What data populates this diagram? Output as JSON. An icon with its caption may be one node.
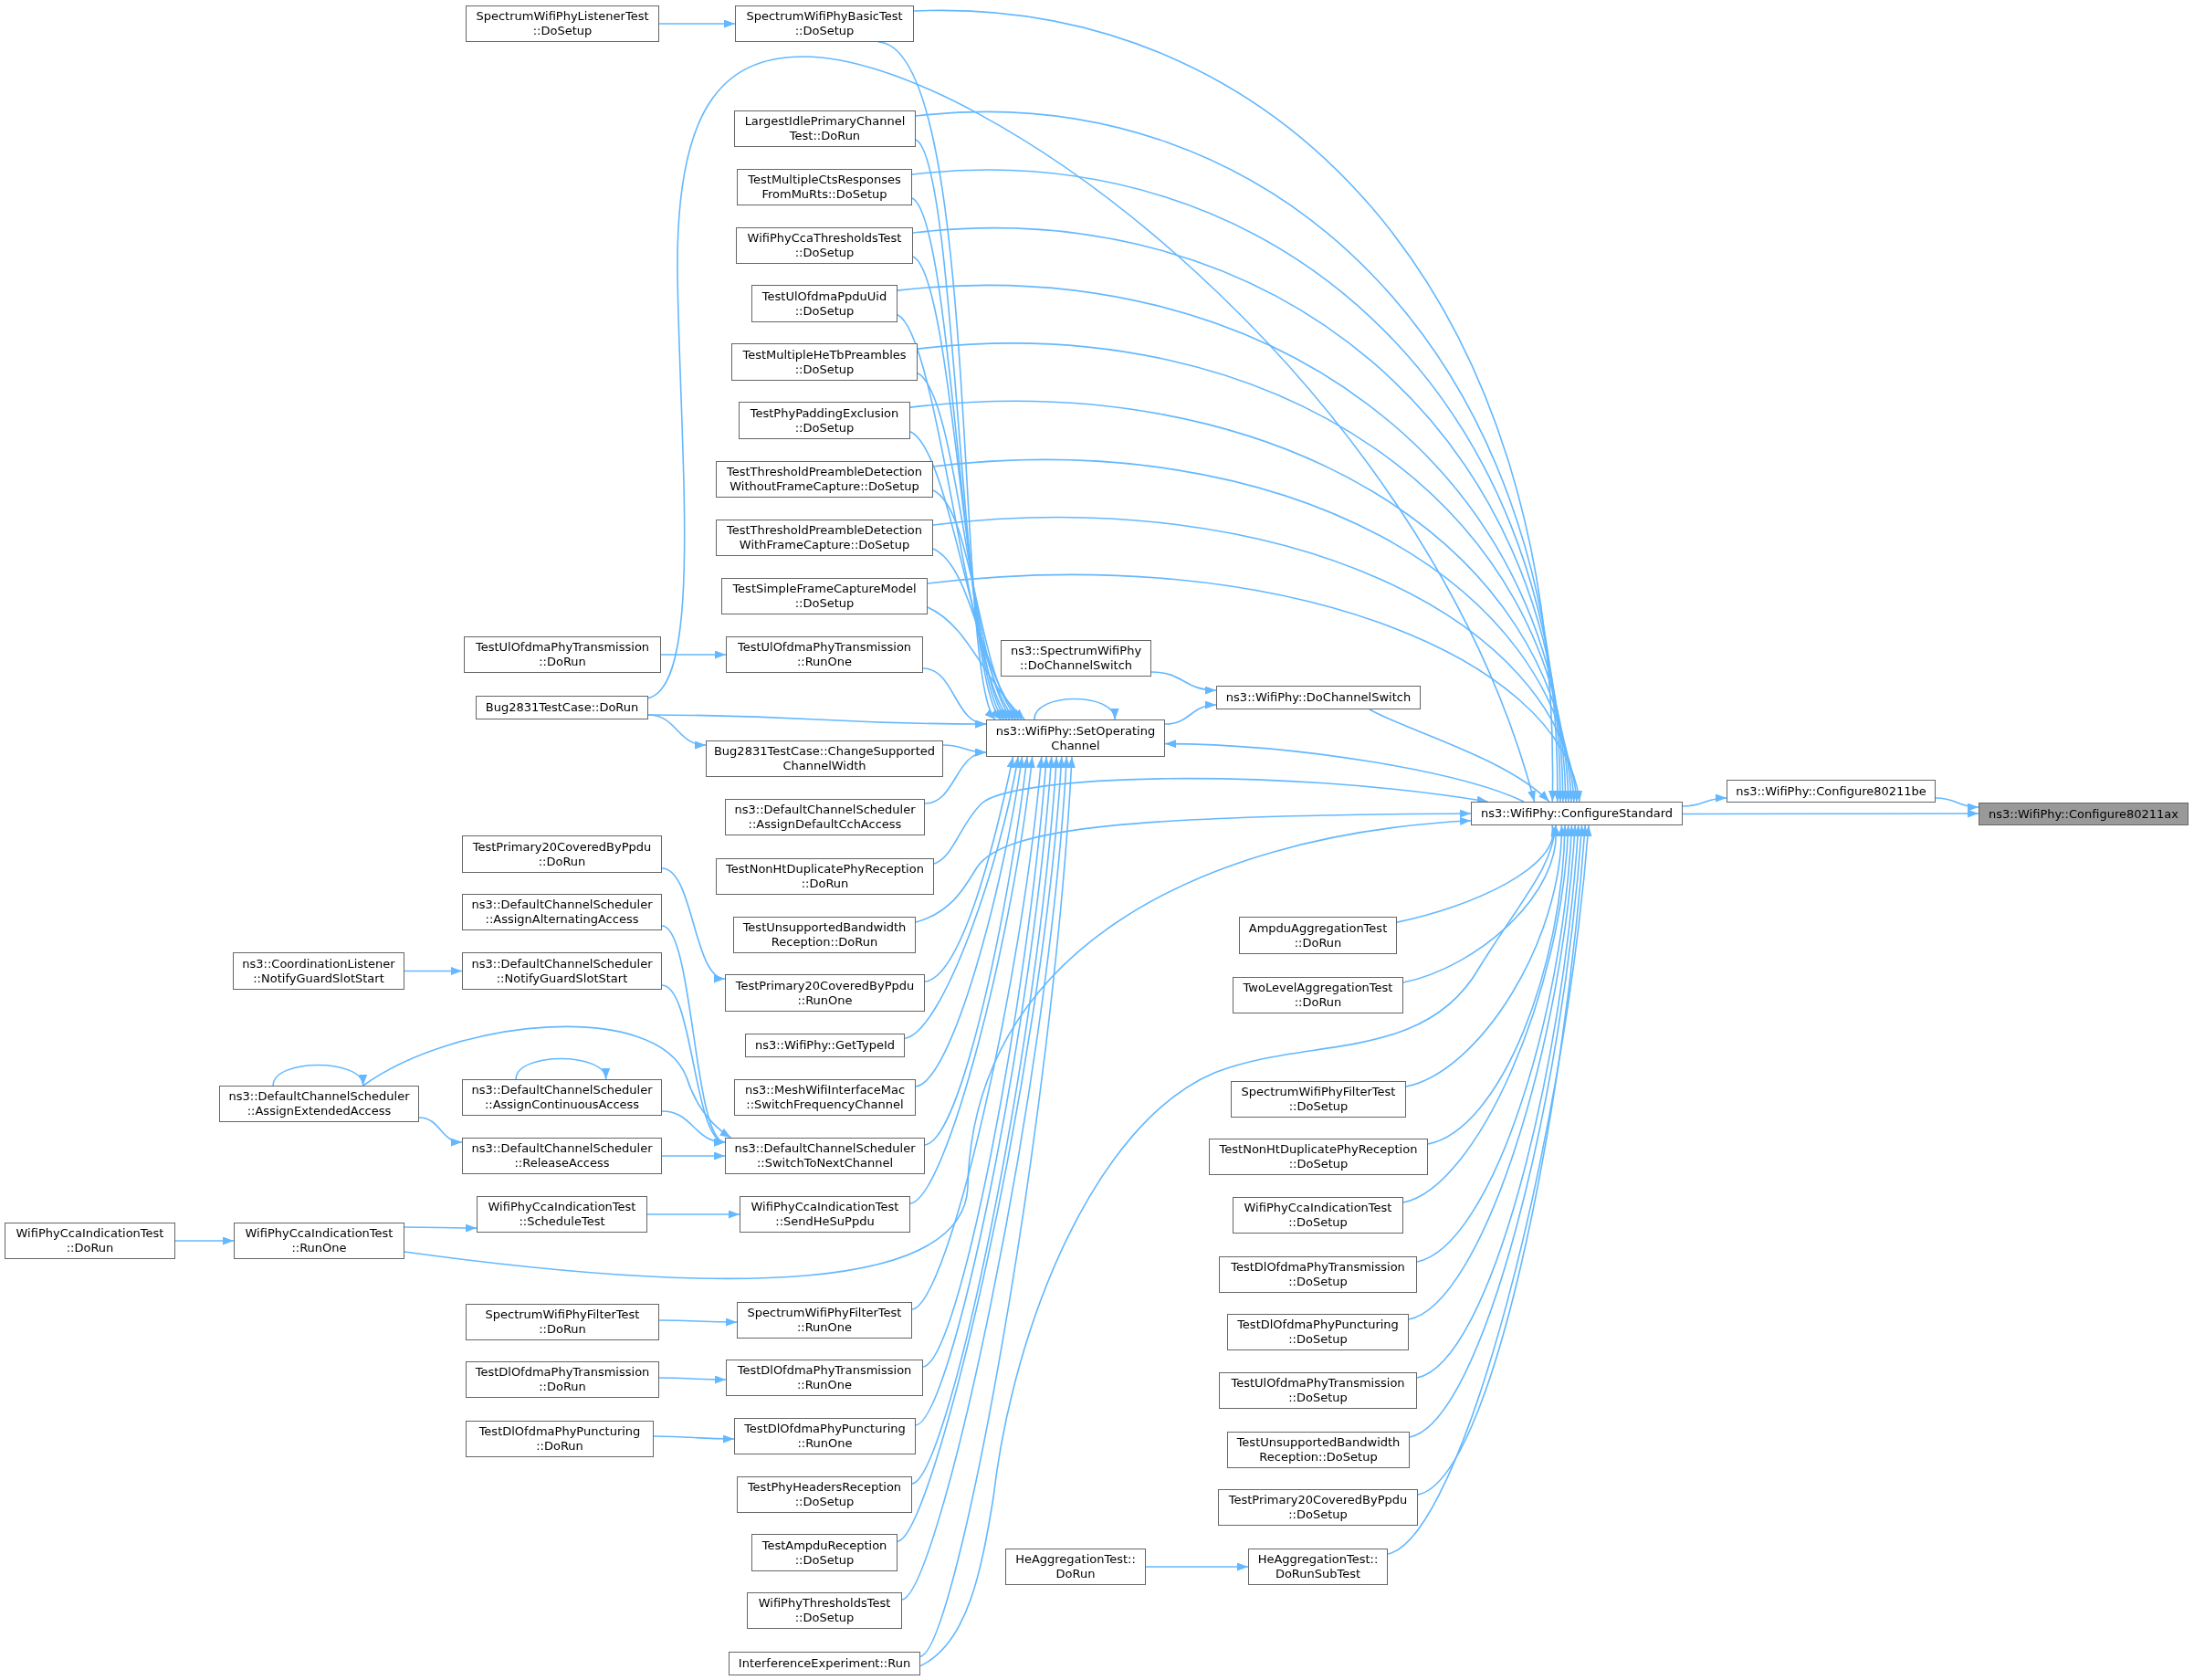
{
  "diagram": {
    "nodes": [
      {
        "text": [
          "WifiPhyCcaIndicationTest ::DoRun"
        ]
      },
      {
        "text": [
          "ns3::CoordinationListener ::NotifyGuardSlotStart"
        ]
      },
      {
        "text": [
          "ns3::DefaultChannelScheduler ::AssignExtendedAccess"
        ]
      },
      {
        "text": [
          "WifiPhyCcaIndicationTest ::RunOne"
        ]
      },
      {
        "text": [
          "SpectrumWifiPhyListenerTest ::DoSetup"
        ]
      },
      {
        "text": [
          "TestUlOfdmaPhyTransmission ::DoRun"
        ]
      },
      {
        "text": [
          "Bug2831TestCase::DoRun"
        ]
      },
      {
        "text": [
          "TestPrimary20CoveredByPpdu ::DoRun"
        ]
      },
      {
        "text": [
          "ns3::DefaultChannelScheduler ::AssignAlternatingAccess"
        ]
      },
      {
        "text": [
          "ns3::DefaultChannelScheduler ::NotifyGuardSlotStart"
        ]
      },
      {
        "text": [
          "ns3::DefaultChannelScheduler ::AssignContinuousAccess"
        ]
      },
      {
        "text": [
          "ns3::DefaultChannelScheduler ::ReleaseAccess"
        ]
      },
      {
        "text": [
          "WifiPhyCcaIndicationTest ::ScheduleTest"
        ]
      },
      {
        "text": [
          "SpectrumWifiPhyFilterTest ::DoRun"
        ]
      },
      {
        "text": [
          "TestDlOfdmaPhyTransmission ::DoRun"
        ]
      },
      {
        "text": [
          "TestDlOfdmaPhyPuncturing ::DoRun"
        ]
      },
      {
        "text": [
          "SpectrumWifiPhyBasicTest ::DoSetup"
        ]
      },
      {
        "text": [
          "LargestIdlePrimaryChannel Test::DoRun"
        ]
      },
      {
        "text": [
          "TestMultipleCtsResponses FromMuRts::DoSetup"
        ]
      },
      {
        "text": [
          "WifiPhyCcaThresholdsTest ::DoSetup"
        ]
      },
      {
        "text": [
          "TestUlOfdmaPpduUid ::DoSetup"
        ]
      },
      {
        "text": [
          "TestMultipleHeTbPreambles ::DoSetup"
        ]
      },
      {
        "text": [
          "TestPhyPaddingExclusion ::DoSetup"
        ]
      },
      {
        "text": [
          "TestThresholdPreambleDetection WithoutFrameCapture::DoSetup"
        ]
      },
      {
        "text": [
          "TestThresholdPreambleDetection WithFrameCapture::DoSetup"
        ]
      },
      {
        "text": [
          "TestSimpleFrameCaptureModel ::DoSetup"
        ]
      },
      {
        "text": [
          "TestUlOfdmaPhyTransmission ::RunOne"
        ]
      },
      {
        "text": [
          "Bug2831TestCase::ChangeSupported ChannelWidth"
        ]
      },
      {
        "text": [
          "ns3::DefaultChannelScheduler ::AssignDefaultCchAccess"
        ]
      },
      {
        "text": [
          "TestNonHtDuplicatePhyReception ::DoRun"
        ]
      },
      {
        "text": [
          "TestUnsupportedBandwidth Reception::DoRun"
        ]
      },
      {
        "text": [
          "TestPrimary20CoveredByPpdu ::RunOne"
        ]
      },
      {
        "text": [
          "ns3::WifiPhy::GetTypeId"
        ]
      },
      {
        "text": [
          "ns3::MeshWifiInterfaceMac ::SwitchFrequencyChannel"
        ]
      },
      {
        "text": [
          "ns3::DefaultChannelScheduler ::SwitchToNextChannel"
        ]
      },
      {
        "text": [
          "WifiPhyCcaIndicationTest ::SendHeSuPpdu"
        ]
      },
      {
        "text": [
          "SpectrumWifiPhyFilterTest ::RunOne"
        ]
      },
      {
        "text": [
          "TestDlOfdmaPhyTransmission ::RunOne"
        ]
      },
      {
        "text": [
          "TestDlOfdmaPhyPuncturing ::RunOne"
        ]
      },
      {
        "text": [
          "TestPhyHeadersReception ::DoSetup"
        ]
      },
      {
        "text": [
          "TestAmpduReception ::DoSetup"
        ]
      },
      {
        "text": [
          "WifiPhyThresholdsTest ::DoSetup"
        ]
      },
      {
        "text": [
          "InterferenceExperiment::Run"
        ]
      },
      {
        "text": [
          "ns3::SpectrumWifiPhy ::DoChannelSwitch"
        ]
      },
      {
        "text": [
          "ns3::WifiPhy::SetOperating Channel"
        ]
      },
      {
        "text": [
          "HeAggregationTest:: DoRun"
        ]
      },
      {
        "text": [
          "ns3::WifiPhy::DoChannelSwitch"
        ]
      },
      {
        "text": [
          "AmpduAggregationTest ::DoRun"
        ]
      },
      {
        "text": [
          "TwoLevelAggregationTest ::DoRun"
        ]
      },
      {
        "text": [
          "SpectrumWifiPhyFilterTest ::DoSetup"
        ]
      },
      {
        "text": [
          "TestNonHtDuplicatePhyReception ::DoSetup"
        ]
      },
      {
        "text": [
          "WifiPhyCcaIndicationTest ::DoSetup"
        ]
      },
      {
        "text": [
          "TestDlOfdmaPhyTransmission ::DoSetup"
        ]
      },
      {
        "text": [
          "TestDlOfdmaPhyPuncturing ::DoSetup"
        ]
      },
      {
        "text": [
          "TestUlOfdmaPhyTransmission ::DoSetup"
        ]
      },
      {
        "text": [
          "TestUnsupportedBandwidth Reception::DoSetup"
        ]
      },
      {
        "text": [
          "TestPrimary20CoveredByPpdu ::DoSetup"
        ]
      },
      {
        "text": [
          "HeAggregationTest:: DoRunSubTest"
        ]
      },
      {
        "text": [
          "ns3::WifiPhy::ConfigureStandard"
        ]
      },
      {
        "text": [
          "ns3::WifiPhy::Configure80211be"
        ]
      },
      {
        "text": [
          "ns3::WifiPhy::Configure80211ax"
        ]
      }
    ],
    "edges": [
      {
        "from": 0,
        "to": 3,
        "arrow": "to"
      },
      {
        "from": 1,
        "to": 9,
        "arrow": "to"
      },
      {
        "from": 2,
        "to": 2,
        "arrow": "to"
      },
      {
        "from": 2,
        "to": 11,
        "arrow": "to"
      },
      {
        "from": 2,
        "to": 34,
        "arrow": "to"
      },
      {
        "from": 3,
        "to": 12,
        "arrow": "to"
      },
      {
        "from": 3,
        "to": 58,
        "arrow": "to"
      },
      {
        "from": 4,
        "to": 16,
        "arrow": "to"
      },
      {
        "from": 5,
        "to": 26,
        "arrow": "to"
      },
      {
        "from": 6,
        "to": 27,
        "arrow": "to"
      },
      {
        "from": 6,
        "to": 44,
        "arrow": "to"
      },
      {
        "from": 6,
        "to": 58,
        "arrow": "to"
      },
      {
        "from": 7,
        "to": 31,
        "arrow": "to"
      },
      {
        "from": 8,
        "to": 34,
        "arrow": "to"
      },
      {
        "from": 9,
        "to": 34,
        "arrow": "to"
      },
      {
        "from": 10,
        "to": 10,
        "arrow": "to"
      },
      {
        "from": 10,
        "to": 34,
        "arrow": "to"
      },
      {
        "from": 11,
        "to": 34,
        "arrow": "to"
      },
      {
        "from": 12,
        "to": 35,
        "arrow": "to"
      },
      {
        "from": 13,
        "to": 36,
        "arrow": "to"
      },
      {
        "from": 14,
        "to": 37,
        "arrow": "to"
      },
      {
        "from": 15,
        "to": 38,
        "arrow": "to"
      },
      {
        "from": 16,
        "to": 44,
        "arrow": "to"
      },
      {
        "from": 16,
        "to": 58,
        "arrow": "to"
      },
      {
        "from": 17,
        "to": 44,
        "arrow": "to"
      },
      {
        "from": 17,
        "to": 58,
        "arrow": "to"
      },
      {
        "from": 18,
        "to": 44,
        "arrow": "to"
      },
      {
        "from": 18,
        "to": 58,
        "arrow": "to"
      },
      {
        "from": 19,
        "to": 44,
        "arrow": "to"
      },
      {
        "from": 19,
        "to": 58,
        "arrow": "to"
      },
      {
        "from": 20,
        "to": 44,
        "arrow": "to"
      },
      {
        "from": 20,
        "to": 58,
        "arrow": "to"
      },
      {
        "from": 21,
        "to": 44,
        "arrow": "to"
      },
      {
        "from": 21,
        "to": 58,
        "arrow": "to"
      },
      {
        "from": 22,
        "to": 44,
        "arrow": "to"
      },
      {
        "from": 22,
        "to": 58,
        "arrow": "to"
      },
      {
        "from": 23,
        "to": 44,
        "arrow": "to"
      },
      {
        "from": 23,
        "to": 58,
        "arrow": "to"
      },
      {
        "from": 24,
        "to": 44,
        "arrow": "to"
      },
      {
        "from": 24,
        "to": 58,
        "arrow": "to"
      },
      {
        "from": 25,
        "to": 44,
        "arrow": "to"
      },
      {
        "from": 25,
        "to": 58,
        "arrow": "to"
      },
      {
        "from": 26,
        "to": 44,
        "arrow": "to"
      },
      {
        "from": 27,
        "to": 44,
        "arrow": "to"
      },
      {
        "from": 28,
        "to": 44,
        "arrow": "to"
      },
      {
        "from": 29,
        "to": 58,
        "arrow": "to"
      },
      {
        "from": 30,
        "to": 58,
        "arrow": "to"
      },
      {
        "from": 31,
        "to": 44,
        "arrow": "to"
      },
      {
        "from": 32,
        "to": 44,
        "arrow": "to"
      },
      {
        "from": 33,
        "to": 44,
        "arrow": "to"
      },
      {
        "from": 34,
        "to": 44,
        "arrow": "to"
      },
      {
        "from": 35,
        "to": 44,
        "arrow": "to"
      },
      {
        "from": 36,
        "to": 44,
        "arrow": "to"
      },
      {
        "from": 37,
        "to": 44,
        "arrow": "to"
      },
      {
        "from": 38,
        "to": 44,
        "arrow": "to"
      },
      {
        "from": 39,
        "to": 44,
        "arrow": "to"
      },
      {
        "from": 40,
        "to": 44,
        "arrow": "to"
      },
      {
        "from": 41,
        "to": 44,
        "arrow": "to"
      },
      {
        "from": 42,
        "to": 44,
        "arrow": "to"
      },
      {
        "from": 42,
        "to": 58,
        "arrow": "to"
      },
      {
        "from": 43,
        "to": 46,
        "arrow": "to"
      },
      {
        "from": 44,
        "to": 44,
        "arrow": "to"
      },
      {
        "from": 44,
        "to": 46,
        "arrow": "to"
      },
      {
        "from": 45,
        "to": 57,
        "arrow": "to"
      },
      {
        "from": 46,
        "to": 58,
        "arrow": "to"
      },
      {
        "from": 47,
        "to": 58,
        "arrow": "to"
      },
      {
        "from": 48,
        "to": 58,
        "arrow": "to"
      },
      {
        "from": 49,
        "to": 58,
        "arrow": "to"
      },
      {
        "from": 50,
        "to": 58,
        "arrow": "to"
      },
      {
        "from": 51,
        "to": 58,
        "arrow": "to"
      },
      {
        "from": 52,
        "to": 58,
        "arrow": "to"
      },
      {
        "from": 53,
        "to": 58,
        "arrow": "to"
      },
      {
        "from": 54,
        "to": 58,
        "arrow": "to"
      },
      {
        "from": 55,
        "to": 58,
        "arrow": "to"
      },
      {
        "from": 56,
        "to": 58,
        "arrow": "to"
      },
      {
        "from": 57,
        "to": 58,
        "arrow": "to"
      },
      {
        "from": 58,
        "to": 44,
        "arrow": "to"
      },
      {
        "from": 58,
        "to": 59,
        "arrow": "to"
      },
      {
        "from": 58,
        "to": 60,
        "arrow": "to"
      },
      {
        "from": 59,
        "to": 60,
        "arrow": "to"
      }
    ]
  }
}
